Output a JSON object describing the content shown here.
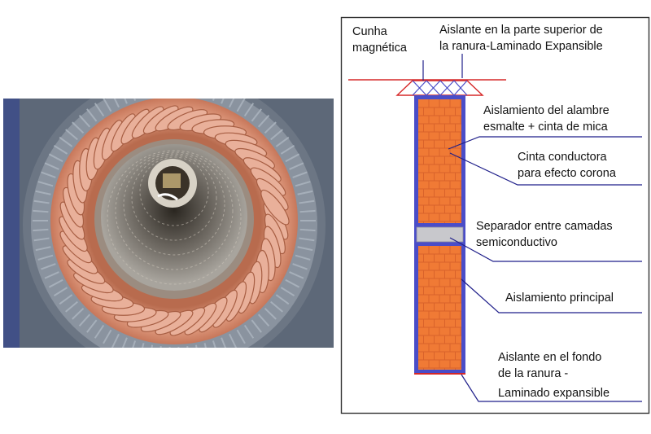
{
  "photo": {
    "icon": "stator-winding-photo"
  },
  "diagram": {
    "labels": {
      "wedge": [
        "Cunha",
        "magnética"
      ],
      "top_insulation": [
        "Aislante en la parte superior de",
        "la ranura-Laminado Expansible"
      ],
      "wire_insulation": [
        "Aislamiento del alambre",
        "esmalte + cinta de mica"
      ],
      "corona_tape": [
        "Cinta conductora",
        "para efecto corona"
      ],
      "separator": [
        "Separador entre camadas",
        "semiconductivo"
      ],
      "main_insulation": [
        "Aislamiento principal"
      ],
      "bottom_insulation": [
        "Aislante en el fondo",
        "de la ranura -",
        "Laminado expansible"
      ]
    },
    "colors": {
      "conductor": "#f07a35",
      "conductor_grid": "#d9622a",
      "insulation": "#4a4dc8",
      "separator": "#c8c8cc",
      "slot_edge": "#d62828",
      "leader": "#1f1f8a",
      "frame": "#333333"
    }
  }
}
